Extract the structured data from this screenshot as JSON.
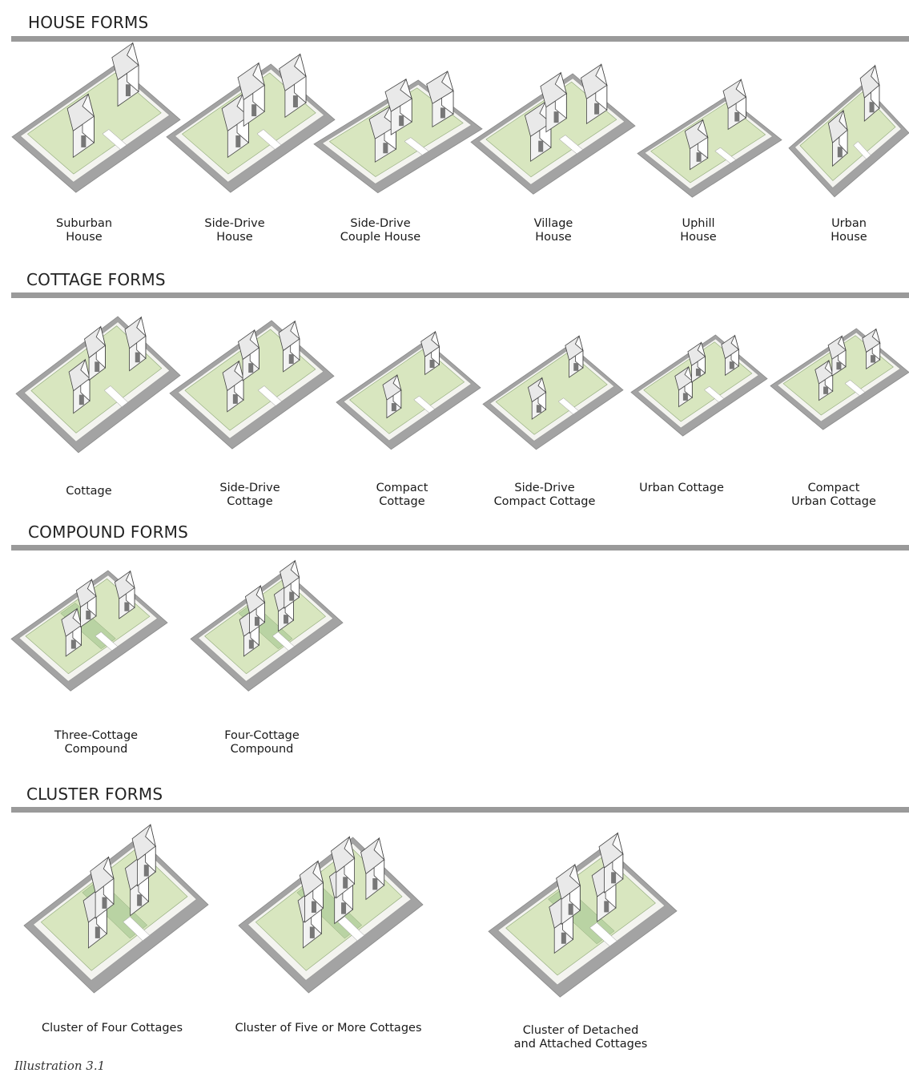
{
  "sections": [
    {
      "title": "HOUSE FORMS",
      "items": [
        {
          "lines": [
            "Suburban",
            "House"
          ]
        },
        {
          "lines": [
            "Side-Drive",
            "House"
          ]
        },
        {
          "lines": [
            "Side-Drive",
            "Couple House"
          ]
        },
        {
          "lines": [
            "Village",
            "House"
          ]
        },
        {
          "lines": [
            "Uphill",
            "House"
          ]
        },
        {
          "lines": [
            "Urban",
            "House"
          ]
        }
      ]
    },
    {
      "title": "COTTAGE FORMS",
      "items": [
        {
          "lines": [
            "Cottage"
          ]
        },
        {
          "lines": [
            "Side-Drive",
            "Cottage"
          ]
        },
        {
          "lines": [
            "Compact",
            "Cottage"
          ]
        },
        {
          "lines": [
            "Side-Drive",
            "Compact Cottage"
          ]
        },
        {
          "lines": [
            "Urban Cottage"
          ]
        },
        {
          "lines": [
            "Compact",
            "Urban Cottage"
          ]
        }
      ]
    },
    {
      "title": "COMPOUND FORMS",
      "items": [
        {
          "lines": [
            "Three-Cottage",
            "Compound"
          ]
        },
        {
          "lines": [
            "Four-Cottage",
            "Compound"
          ]
        }
      ]
    },
    {
      "title": "CLUSTER FORMS",
      "items": [
        {
          "lines": [
            "Cluster of Four Cottages"
          ]
        },
        {
          "lines": [
            "Cluster of Five or More Cottages"
          ]
        },
        {
          "lines": [
            "Cluster of Detached",
            "and Attached Cottages"
          ]
        }
      ]
    }
  ],
  "caption": "Illustration 3.1",
  "colors": {
    "rule": "#9a9a9a",
    "lawn": "#d8e6bf",
    "lawn_dark": "#b9d3a3",
    "street": "#a3a3a3",
    "sidewalk": "#f4f4f0",
    "house": "#ffffff",
    "outline": "#444444"
  }
}
